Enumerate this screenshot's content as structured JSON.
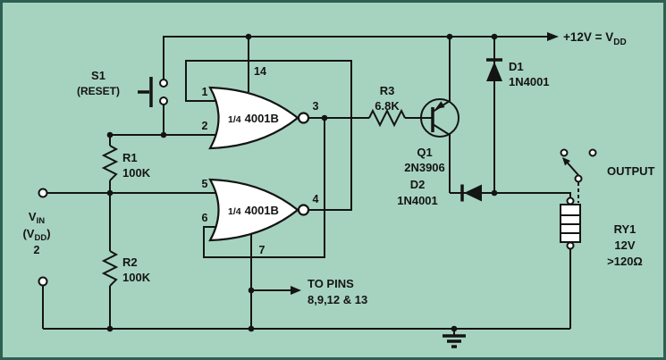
{
  "colors": {
    "background": "#a6d3bf",
    "line": "#141414",
    "frame": "#2e5f52"
  },
  "labels": {
    "supply": {
      "main": "+12V = V",
      "sub": "DD"
    },
    "switch": {
      "name": "S1",
      "mode": "(RESET)"
    },
    "pins": {
      "p1": "1",
      "p2": "2",
      "p3": "3",
      "p4": "4",
      "p5": "5",
      "p6": "6",
      "p7": "7",
      "p14": "14"
    },
    "gate1": {
      "frac": "1/4",
      "part": "4001B"
    },
    "gate2": {
      "frac": "1/4",
      "part": "4001B"
    },
    "r1": {
      "name": "R1",
      "value": "100K"
    },
    "r2": {
      "name": "R2",
      "value": "100K"
    },
    "r3": {
      "name": "R3",
      "value": "6.8K"
    },
    "q1": {
      "name": "Q1",
      "value": "2N3906"
    },
    "d1": {
      "name": "D1",
      "value": "1N4001"
    },
    "d2": {
      "name": "D2",
      "value": "1N4001"
    },
    "relay": {
      "name": "RY1",
      "voltage": "12V",
      "resistance": ">120Ω"
    },
    "output": "OUTPUT",
    "input": {
      "v": "V",
      "v_sub": "IN",
      "paren_open": "(V",
      "paren_sub": "DD",
      "paren_close": ")",
      "divisor": "2"
    },
    "to_pins": {
      "line1": "TO PINS",
      "line2": "8,9,12 & 13"
    }
  }
}
